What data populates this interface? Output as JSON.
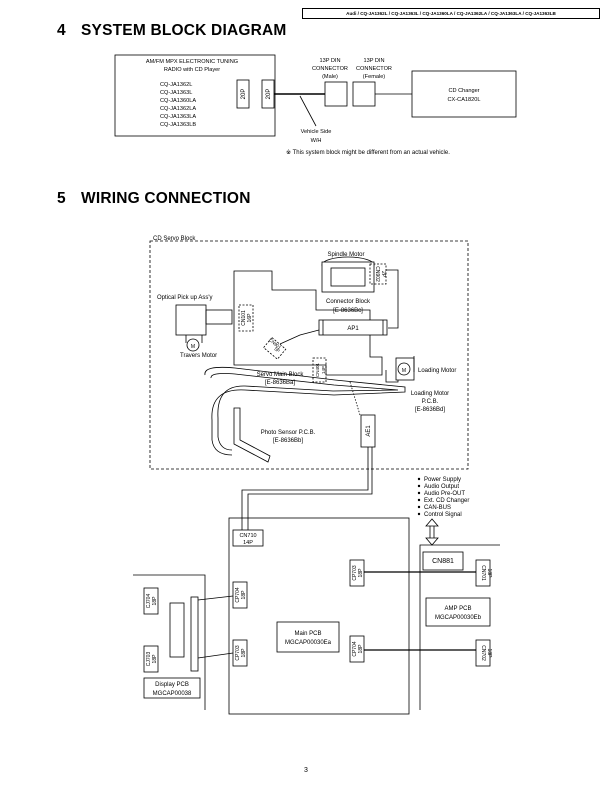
{
  "header": {
    "models": "Audi / CQ-JA1362L / CQ-JA1363L / CQ-JA1360LA / CQ-JA1362LA / CQ-JA1363LA / CQ-JA1363LB"
  },
  "section4": {
    "number": "4",
    "title": "SYSTEM BLOCK DIAGRAM",
    "radio": {
      "title_line1": "AM/FM MPX ELECTRONIC TUNING",
      "title_line2": "RADIO with CD Player",
      "models": [
        "CQ-JA1362L",
        "CQ-JA1363L",
        "CQ-JA1360LA",
        "CQ-JA1362LA",
        "CQ-JA1363LA",
        "CQ-JA1363LB"
      ]
    },
    "conn_20p_a": "20P",
    "conn_20p_b": "20P",
    "din_male_line1": "13P DIN",
    "din_male_line2": "CONNECTOR",
    "din_male_line3": "(Male)",
    "din_female_line1": "13P DIN",
    "din_female_line2": "CONNECTOR",
    "din_female_line3": "(Female)",
    "changer_line1": "CD Changer",
    "changer_line2": "CX-CA1820L",
    "vehicle_side_line1": "Vehicle Side",
    "vehicle_side_line2": "W/H",
    "note": "※ This system block might be different from an actual vehicle."
  },
  "section5": {
    "number": "5",
    "title": "WIRING CONNECTION",
    "cd_servo_block": "CD Servo Block",
    "spindle_motor": "Spindle Motor",
    "cn902": "CN902",
    "cn902_pins": "2P",
    "connector_block_line1": "Connector Block",
    "connector_block_line2": "[E-8636Bc]",
    "optical_pickup": "Optical Pick up Ass'y",
    "cn101": "CN101",
    "cn101_pins": "16P",
    "ap1": "AP1",
    "motor_symbol": "M",
    "travers_motor": "Travers Motor",
    "cn901": "CN901",
    "cn901_pins": "5P",
    "cn401": "CN401",
    "cn401_pins": "14P",
    "loading_motor": "Loading Motor",
    "servo_main_line1": "Servo Main Block",
    "servo_main_line2": "[E-8636Ba]",
    "loading_pcb_line1": "Loading Motor",
    "loading_pcb_line2": "P.C.B.",
    "loading_pcb_line3": "[E-8636Bd]",
    "photo_sensor_line1": "Photo Sensor P.C.B.",
    "photo_sensor_line2": "[E-8636Bb]",
    "ae1": "AE1",
    "signals": [
      "Power Supply",
      "Audio Output",
      "Audio Pre-OUT",
      "Ext. CD Changer",
      "CAN-BUS",
      "Control Signal"
    ],
    "cn710": "CN710",
    "cn710_pins": "14P",
    "cp703_a": "CP703",
    "cp703_a_pins": "18P",
    "cp703_b": "CP703",
    "cp703_b_pins": "18P",
    "cp704_a": "CP704",
    "cp704_a_pins": "18P",
    "cp704_b": "CP704",
    "cp704_b_pins": "18P",
    "cj704": "CJ704",
    "cj704_pins": "18P",
    "cj703": "CJ703",
    "cj703_pins": "18P",
    "main_pcb_line1": "Main PCB",
    "main_pcb_line2": "MGCAP00030Ea",
    "display_pcb_line1": "Display PCB",
    "display_pcb_line2": "MGCAP00038",
    "cn881": "CN881",
    "cn701": "CN701",
    "cn701_pins": "18P",
    "cn702": "CN702",
    "cn702_pins": "18P",
    "amp_pcb_line1": "AMP PCB",
    "amp_pcb_line2": "MGCAP00030Eb"
  },
  "page_number": "3"
}
